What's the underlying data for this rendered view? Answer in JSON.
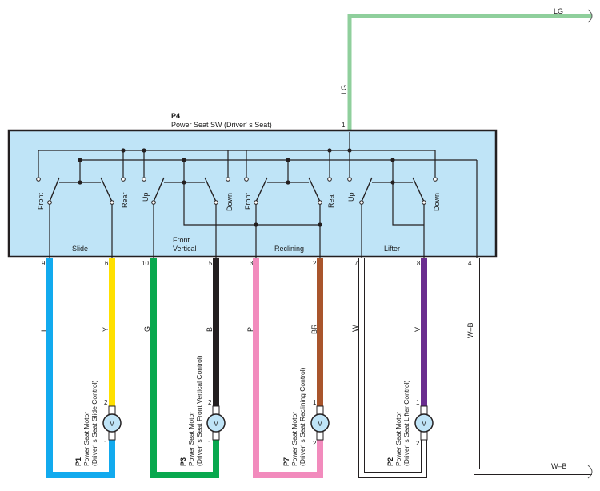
{
  "switch": {
    "code": "P4",
    "name": "Power Seat SW (Driver' s Seat)",
    "box_color": "#bfe4f7",
    "sections": [
      "Slide",
      "Front",
      "Vertical",
      "Reclining",
      "Lifter"
    ],
    "pins": {
      "p1": "1",
      "p9": "9",
      "p6": "6",
      "p10": "10",
      "p5": "5",
      "p3": "3",
      "p2": "2",
      "p7": "7",
      "p8": "8",
      "p4": "4"
    },
    "contacts": {
      "slide_front": "Front",
      "slide_rear": "Rear",
      "vert_up": "Up",
      "vert_down": "Down",
      "recl_front": "Front",
      "recl_rear": "Rear",
      "lift_up": "Up",
      "lift_down": "Down"
    }
  },
  "wires": {
    "lg": {
      "label": "LG",
      "color": "#8fcf9c"
    },
    "l": {
      "label": "L",
      "color": "#12aaee"
    },
    "y": {
      "label": "Y",
      "color": "#ffe000"
    },
    "g": {
      "label": "G",
      "color": "#08a84e"
    },
    "b": {
      "label": "B",
      "color": "#231f20"
    },
    "p": {
      "label": "P",
      "color": "#f28bbd"
    },
    "br": {
      "label": "BR",
      "color": "#a9552c"
    },
    "w": {
      "label": "W",
      "color": "#ffffff"
    },
    "v": {
      "label": "V",
      "color": "#6a2d8f"
    },
    "wb": {
      "label": "W–B",
      "color": "#ffffff"
    }
  },
  "motors": [
    {
      "code": "P1",
      "line1": "Power Seat Motor",
      "line2": "(Driver' s Seat Slide Control)",
      "symbol": "M",
      "pin_top": "2",
      "pin_bottom": "1"
    },
    {
      "code": "P3",
      "line1": "Power Seat Motor",
      "line2": "(Driver' s Seat Front Vertical Control)",
      "symbol": "M",
      "pin_top": "2",
      "pin_bottom": "1"
    },
    {
      "code": "P7",
      "line1": "Power Seat Motor",
      "line2": "(Driver' s Seat Reclining Control)",
      "symbol": "M",
      "pin_top": "1",
      "pin_bottom": "2"
    },
    {
      "code": "P2",
      "line1": "Power Seat Motor",
      "line2": "(Driver' s Seat Lifter Control)",
      "symbol": "M",
      "pin_top": "1",
      "pin_bottom": "2"
    }
  ]
}
